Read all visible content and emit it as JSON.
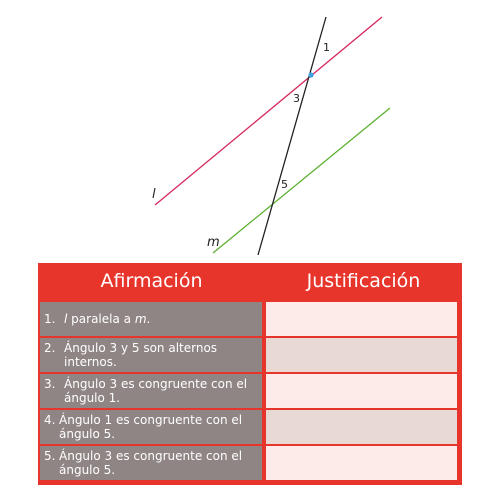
{
  "diagram": {
    "line_l_label": "l",
    "line_m_label": "m",
    "angle_labels": [
      "1",
      "3",
      "5"
    ],
    "colors": {
      "line_l": "#d42a5c",
      "line_m": "#5cb030",
      "transversal": "#222222",
      "intersection_point": "#3aa0e0"
    }
  },
  "table": {
    "headers": {
      "statement": "Afirmación",
      "justification": "Justificación"
    },
    "rows": [
      {
        "number": "1.",
        "pre": "",
        "var1": "l",
        "mid": " paralela a ",
        "var2": "m",
        "post": ".",
        "justification": ""
      },
      {
        "number": "2.",
        "text": "Ángulo 3 y 5 son alternos internos.",
        "justification": ""
      },
      {
        "number": "3.",
        "text": "Ángulo 3 es congruente con el ángulo 1.",
        "justification": ""
      },
      {
        "number": "4.",
        "text": "Ángulo 1 es congruente con el ángulo 5.",
        "justification": ""
      },
      {
        "number": "5.",
        "text": "Ángulo 3 es congruente con el ángulo 5.",
        "justification": ""
      }
    ],
    "colors": {
      "frame": "#e8352c",
      "statement_cell": "#908585",
      "justification_light": "#fcebe9",
      "justification_mid": "#e8d9d5"
    }
  }
}
